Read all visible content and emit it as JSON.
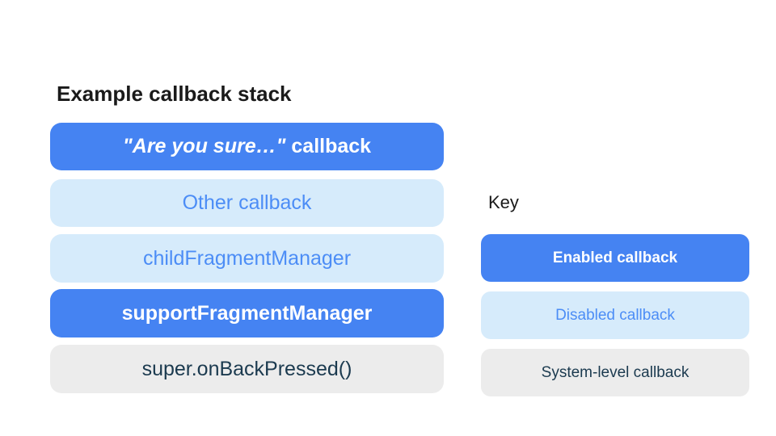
{
  "title": "Example callback stack",
  "colors": {
    "background": "#ffffff",
    "blue": "#4583F2",
    "lightblue": "#D6EBFB",
    "gray": "#ECECEC",
    "bluetext": "#4C8DF6",
    "darktext": "#1B3A4F",
    "heading": "#1A1A1A"
  },
  "stack": {
    "items": [
      {
        "label_italic": "\"Are you sure…\"",
        "label_rest": " callback",
        "type": "enabled"
      },
      {
        "label": "Other callback",
        "type": "disabled"
      },
      {
        "label": "childFragmentManager",
        "type": "disabled"
      },
      {
        "label": "supportFragmentManager",
        "type": "enabled"
      },
      {
        "label": "super.onBackPressed()",
        "type": "system"
      }
    ]
  },
  "key": {
    "heading": "Key",
    "items": [
      {
        "label": "Enabled callback",
        "type": "enabled"
      },
      {
        "label": "Disabled callback",
        "type": "disabled"
      },
      {
        "label": "System-level callback",
        "type": "system"
      }
    ]
  }
}
